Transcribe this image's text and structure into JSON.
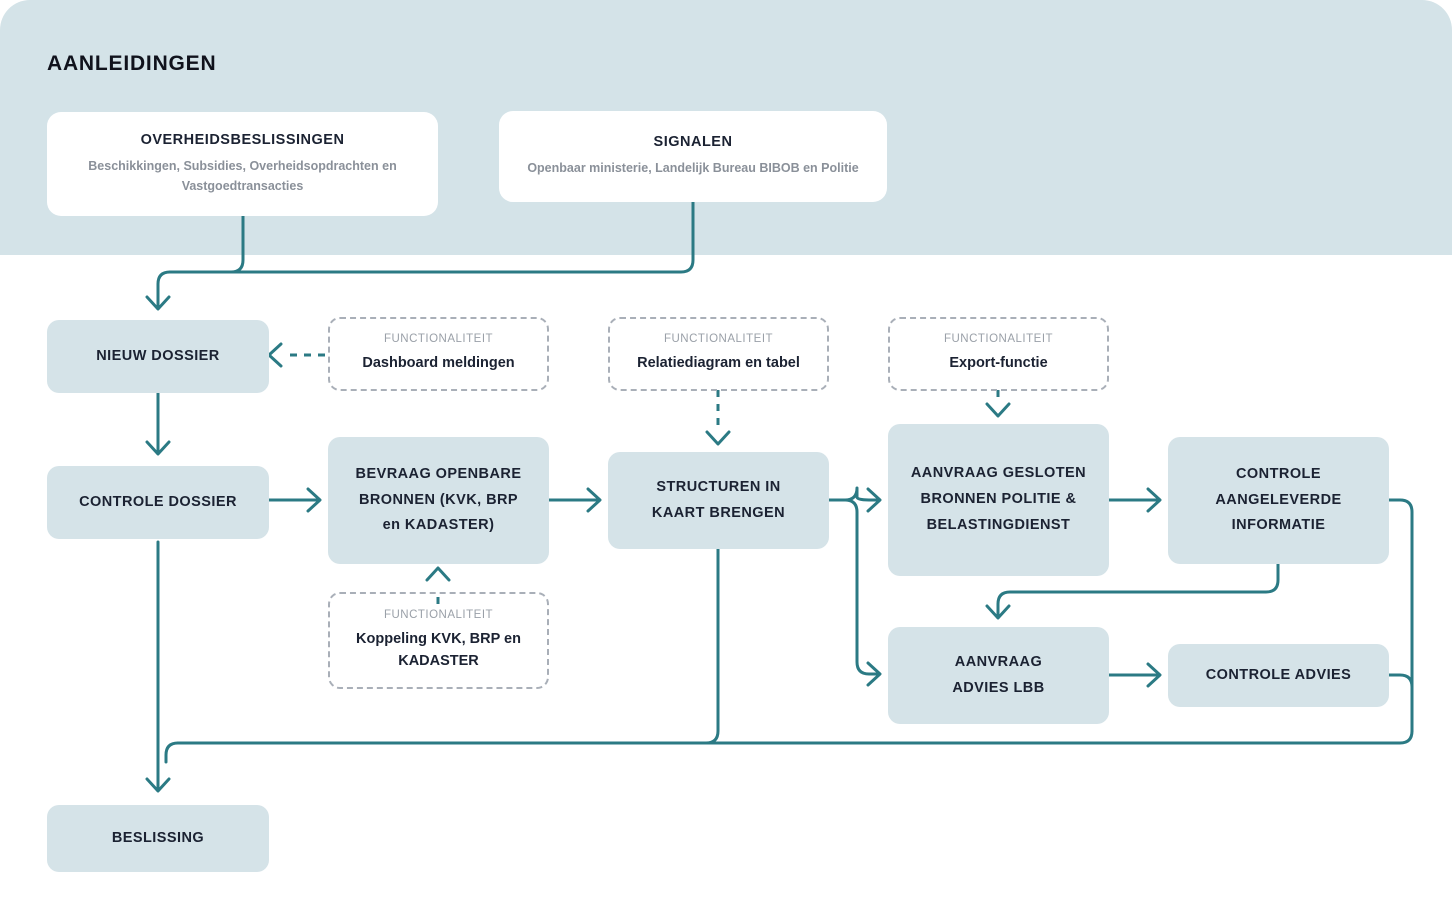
{
  "page": {
    "title": "AANLEIDINGEN",
    "band_color": "#d4e3e8",
    "box_color": "#d5e3e8",
    "connector_color": "#2b7a84",
    "dashed_border_color": "#a9afb8"
  },
  "sources": [
    {
      "id": "overheidsbeslissingen",
      "title": "OVERHEIDSBESLISSINGEN",
      "subtitle": "Beschikkingen, Subsidies, Overheidsopdrachten en Vastgoedtransacties"
    },
    {
      "id": "signalen",
      "title": "SIGNALEN",
      "subtitle": "Openbaar ministerie, Landelijk Bureau BIBOB en Politie"
    }
  ],
  "process_steps": [
    {
      "id": "nieuw-dossier",
      "label": "NIEUW DOSSIER"
    },
    {
      "id": "controle-dossier",
      "label": "CONTROLE DOSSIER"
    },
    {
      "id": "bevraag-openbare-bronnen",
      "label": "BEVRAAG OPENBARE BRONNEN (KVK, BRP en KADASTER)"
    },
    {
      "id": "structuren-in-kaart-brengen",
      "label": "STRUCTUREN IN KAART BRENGEN"
    },
    {
      "id": "aanvraag-gesloten-bronnen",
      "label": "AANVRAAG GESLOTEN BRONNEN POLITIE & BELASTINGDIENST"
    },
    {
      "id": "controle-aangeleverde-informatie",
      "label": "CONTROLE AANGELEVERDE INFORMATIE"
    },
    {
      "id": "aanvraag-advies-lbb",
      "label": "AANVRAAG ADVIES LBB"
    },
    {
      "id": "controle-advies",
      "label": "CONTROLE ADVIES"
    },
    {
      "id": "beslissing",
      "label": "BESLISSING"
    }
  ],
  "functionalities": [
    {
      "id": "dashboard-meldingen",
      "kicker": "FUNCTIONALITEIT",
      "label": "Dashboard meldingen"
    },
    {
      "id": "relatiediagram-en-tabel",
      "kicker": "FUNCTIONALITEIT",
      "label": "Relatiediagram en tabel"
    },
    {
      "id": "export-functie",
      "kicker": "FUNCTIONALITEIT",
      "label": "Export-functie"
    },
    {
      "id": "koppeling-kvk-brp-kadaster",
      "kicker": "FUNCTIONALITEIT",
      "label": "Koppeling KVK, BRP en KADASTER"
    }
  ]
}
